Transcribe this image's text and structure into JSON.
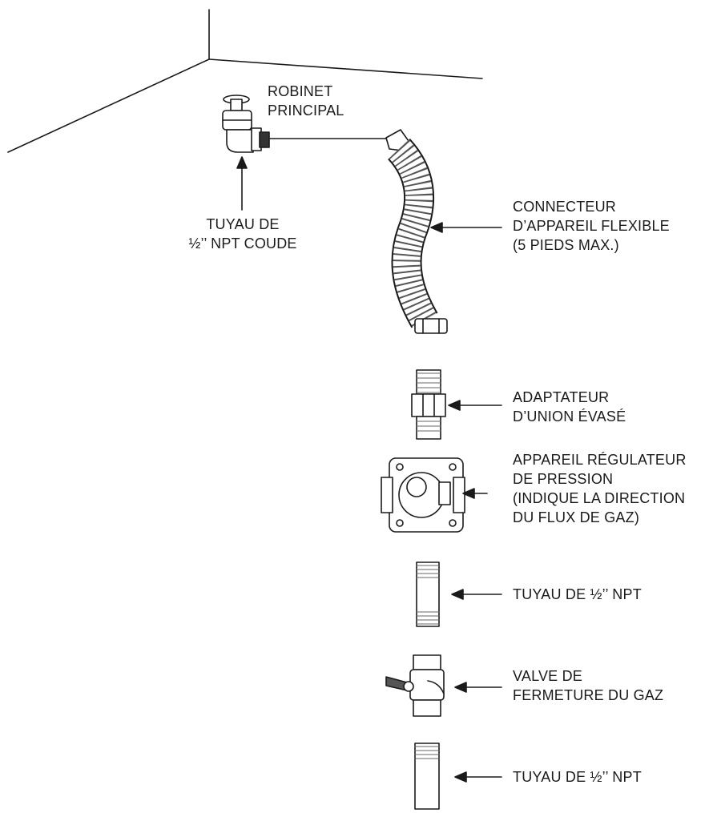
{
  "labels": {
    "main_valve": [
      "ROBINET",
      "PRINCIPAL"
    ],
    "elbow_pipe": [
      "TUYAU DE",
      "½’’ NPT COUDE"
    ],
    "flex_connector": [
      "CONNECTEUR",
      "D’APPAREIL FLEXIBLE",
      "(5 PIEDS MAX.)"
    ],
    "flare_adapter": [
      "ADAPTATEUR",
      "D’UNION ÉVASÉ"
    ],
    "regulator": [
      "APPAREIL RÉGULATEUR",
      "DE PRESSION",
      "(INDIQUE LA DIRECTION",
      "DU FLUX DE GAZ)"
    ],
    "pipe_upper": "TUYAU DE ½’’ NPT",
    "shutoff_valve": [
      "VALVE DE",
      "FERMETURE DU GAZ"
    ],
    "pipe_lower": "TUYAU DE ½’’ NPT"
  },
  "colors": {
    "stroke": "#1a1a1a",
    "fill": "#ffffff",
    "shade": "#9a9a9a"
  }
}
